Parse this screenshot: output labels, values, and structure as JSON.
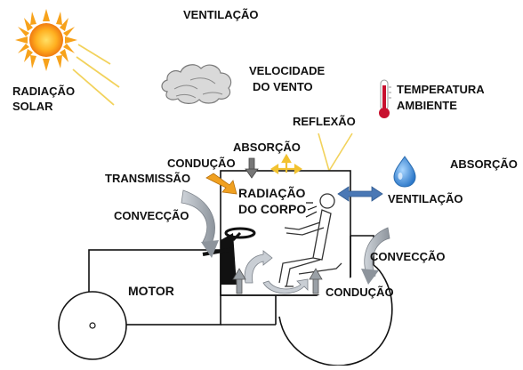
{
  "labels": {
    "ventilacao_top": "VENTILAÇÃO",
    "radiacao_solar_1": "RADIAÇÃO",
    "radiacao_solar_2": "SOLAR",
    "velocidade_1": "VELOCIDADE",
    "velocidade_2": "DO VENTO",
    "temperatura_1": "TEMPERATURA",
    "temperatura_2": "AMBIENTE",
    "reflexao": "REFLEXÃO",
    "absorcao_roof": "ABSORÇÃO",
    "absorcao_right": "ABSORÇÃO",
    "conducao_left": "CONDUÇÃO",
    "transmissao": "TRANSMISSÃO",
    "radiacao_corpo_1": "RADIAÇÃO",
    "radiacao_corpo_2": "DO CORPO",
    "conveccao_left": "CONVECÇÃO",
    "ventilacao_right": "VENTILAÇÃO",
    "conveccao_right": "CONVECÇÃO",
    "motor": "MOTOR",
    "conducao_bottom": "CONDUÇÃO"
  },
  "colors": {
    "sun": "#f7a21b",
    "cloud": "#bdbdbd",
    "thermometer": "#c8102e",
    "drop": "#3d8fd6",
    "sun_rays": "#f2d25c",
    "reflection": "#f2d25c",
    "transmission_arrow": "#f0a020",
    "ventilation_arrow": "#4a78b5",
    "vehicle_line": "#111111",
    "gray_arrow": "#8f8f8f"
  }
}
